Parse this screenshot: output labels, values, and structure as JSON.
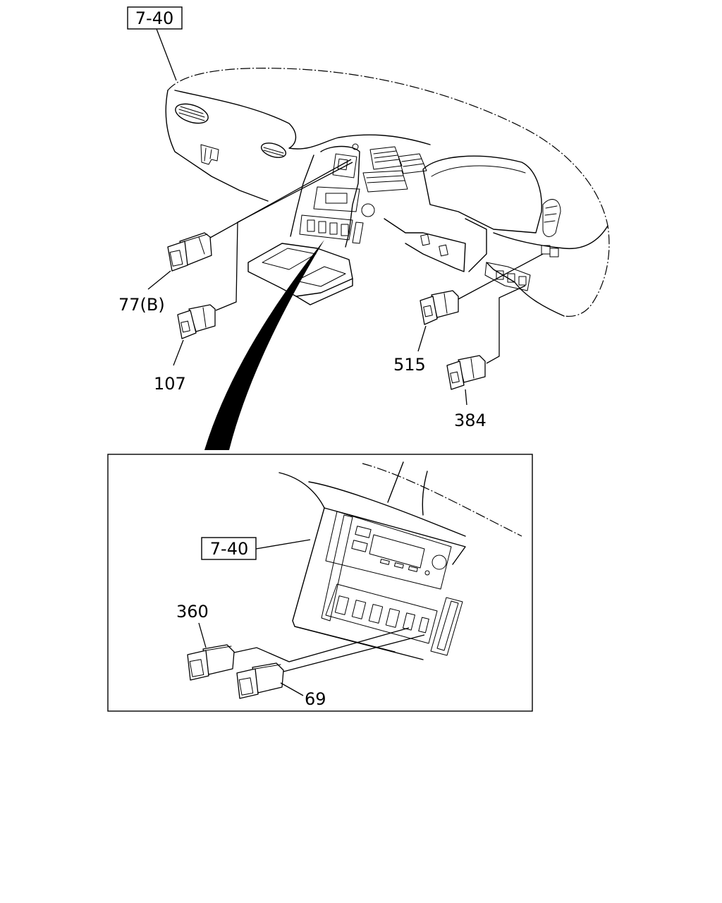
{
  "callouts": {
    "ref_top": "7-40",
    "ref_inset": "7-40",
    "p77": "77(B)",
    "p107": "107",
    "p515": "515",
    "p384": "384",
    "p360": "360",
    "p69": "69"
  },
  "icons": [
    "instrument-panel-drawing",
    "detail-inset",
    "switch-part"
  ]
}
